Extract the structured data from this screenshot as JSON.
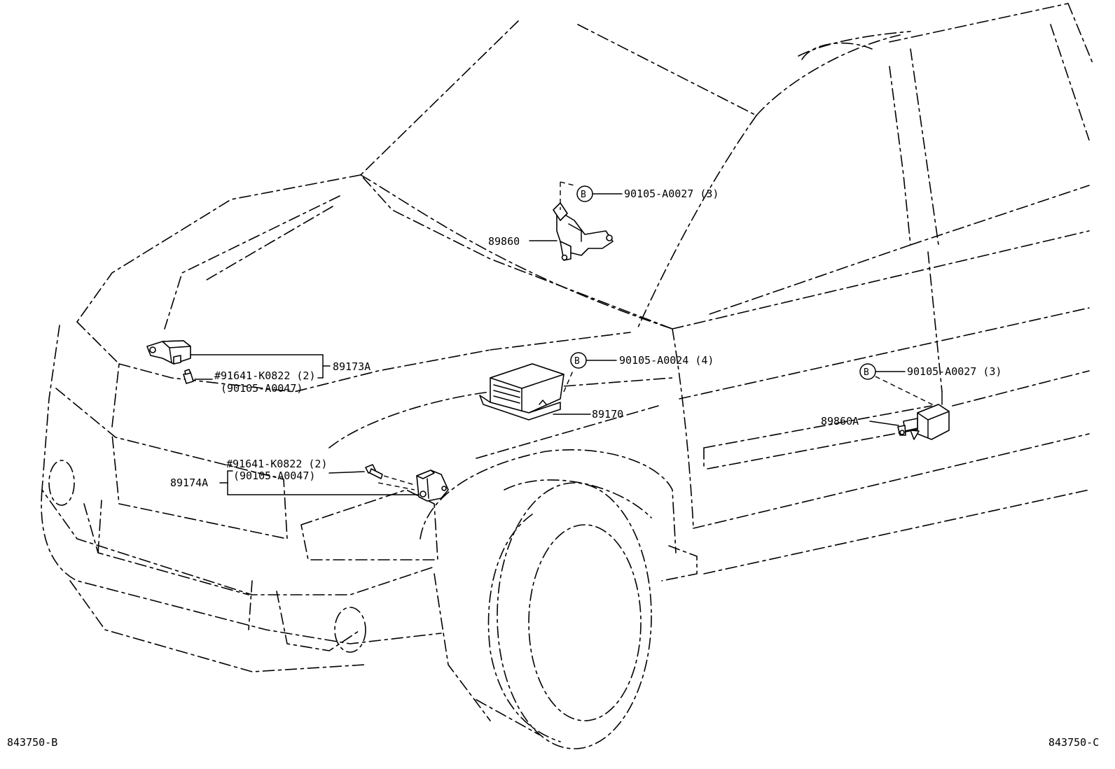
{
  "diagram_codes": {
    "bottom_left": "843750-B",
    "bottom_right": "843750-C"
  },
  "callouts": {
    "bracket_bolt_top": "90105-A0027 (3)",
    "sensor_top_part": "89860",
    "bolt_center": "90105-A0024 (4)",
    "bolt_right": "90105-A0027 (3)",
    "sensor_right_part": "89860A",
    "airbag_module": "89170",
    "front_sensor_left": "89173A",
    "front_sensor_left_bolt": "#91641-K0822 (2)",
    "front_sensor_left_bolt_alt": "(90105-A0047)",
    "front_sensor_right": "89174A",
    "front_sensor_right_bolt": "#91641-K0822 (2)",
    "front_sensor_right_bolt_alt": "(90105-A0047)"
  },
  "markers": {
    "bolt_marker_letter": "B"
  }
}
